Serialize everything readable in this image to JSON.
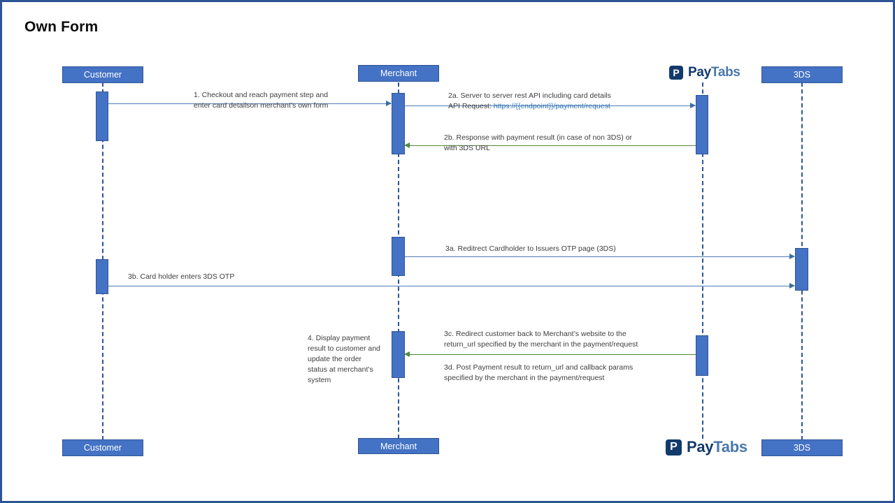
{
  "diagram": {
    "title": "Own Form",
    "type": "sequence-diagram",
    "colors": {
      "frame_border": "#2e5496",
      "actor_fill": "#4472c4",
      "actor_border": "#2f5597",
      "lifeline": "#2e5496",
      "arrow_blue": "#4f7cb4",
      "arrow_green": "#4f8a3c",
      "label_text": "#3d3d3d",
      "link_text": "#2e74b5",
      "logo_mark": "#123a6b",
      "logo_tabs": "#4a77ab"
    }
  },
  "participants": [
    {
      "id": "customer",
      "label": "Customer",
      "kind": "box"
    },
    {
      "id": "merchant",
      "label": "Merchant",
      "kind": "box"
    },
    {
      "id": "paytabs",
      "label_pay": "Pay",
      "label_tabs": "Tabs",
      "mark": "P",
      "kind": "logo"
    },
    {
      "id": "3ds",
      "label": "3DS",
      "kind": "box"
    }
  ],
  "messages": [
    {
      "id": "m1",
      "from": "customer",
      "to": "merchant",
      "color": "blue",
      "lines": [
        "1. Checkout and reach payment step and",
        "enter card detailson merchant’s own form"
      ]
    },
    {
      "id": "m2a",
      "from": "merchant",
      "to": "paytabs",
      "color": "blue",
      "lines": [
        "2a. Server to server rest API including card details"
      ],
      "line2_prefix": "API Request: ",
      "line2_link": "https://{{endpoint}}/payment/request"
    },
    {
      "id": "m2b",
      "from": "paytabs",
      "to": "merchant",
      "color": "green",
      "lines": [
        "2b. Response with payment result (in case of non 3DS) or",
        "with 3DS URL"
      ]
    },
    {
      "id": "m3a",
      "from": "merchant",
      "to": "3ds",
      "color": "blue",
      "lines": [
        "3a. Reditrect Cardholder to Issuers OTP page (3DS)"
      ]
    },
    {
      "id": "m3b",
      "from": "customer",
      "to": "3ds",
      "color": "blue",
      "lines": [
        "3b. Card holder enters 3DS OTP"
      ]
    },
    {
      "id": "m3c",
      "from": "paytabs",
      "to": "merchant",
      "color": "green",
      "lines": [
        "3c.  Redirect customer back to Merchant’s website to the",
        "return_url specified by the merchant in the payment/request"
      ]
    },
    {
      "id": "m3d",
      "from": "paytabs",
      "to": "merchant",
      "color": "none",
      "lines": [
        "3d. Post Payment result to return_url and callback params",
        "specified by the merchant in the payment/request"
      ]
    },
    {
      "id": "m4",
      "from": "merchant",
      "to": "customer",
      "color": "none",
      "lines": [
        "4.  Display payment",
        "result to customer and",
        "update the order",
        "status at merchant’s",
        "system"
      ]
    }
  ]
}
